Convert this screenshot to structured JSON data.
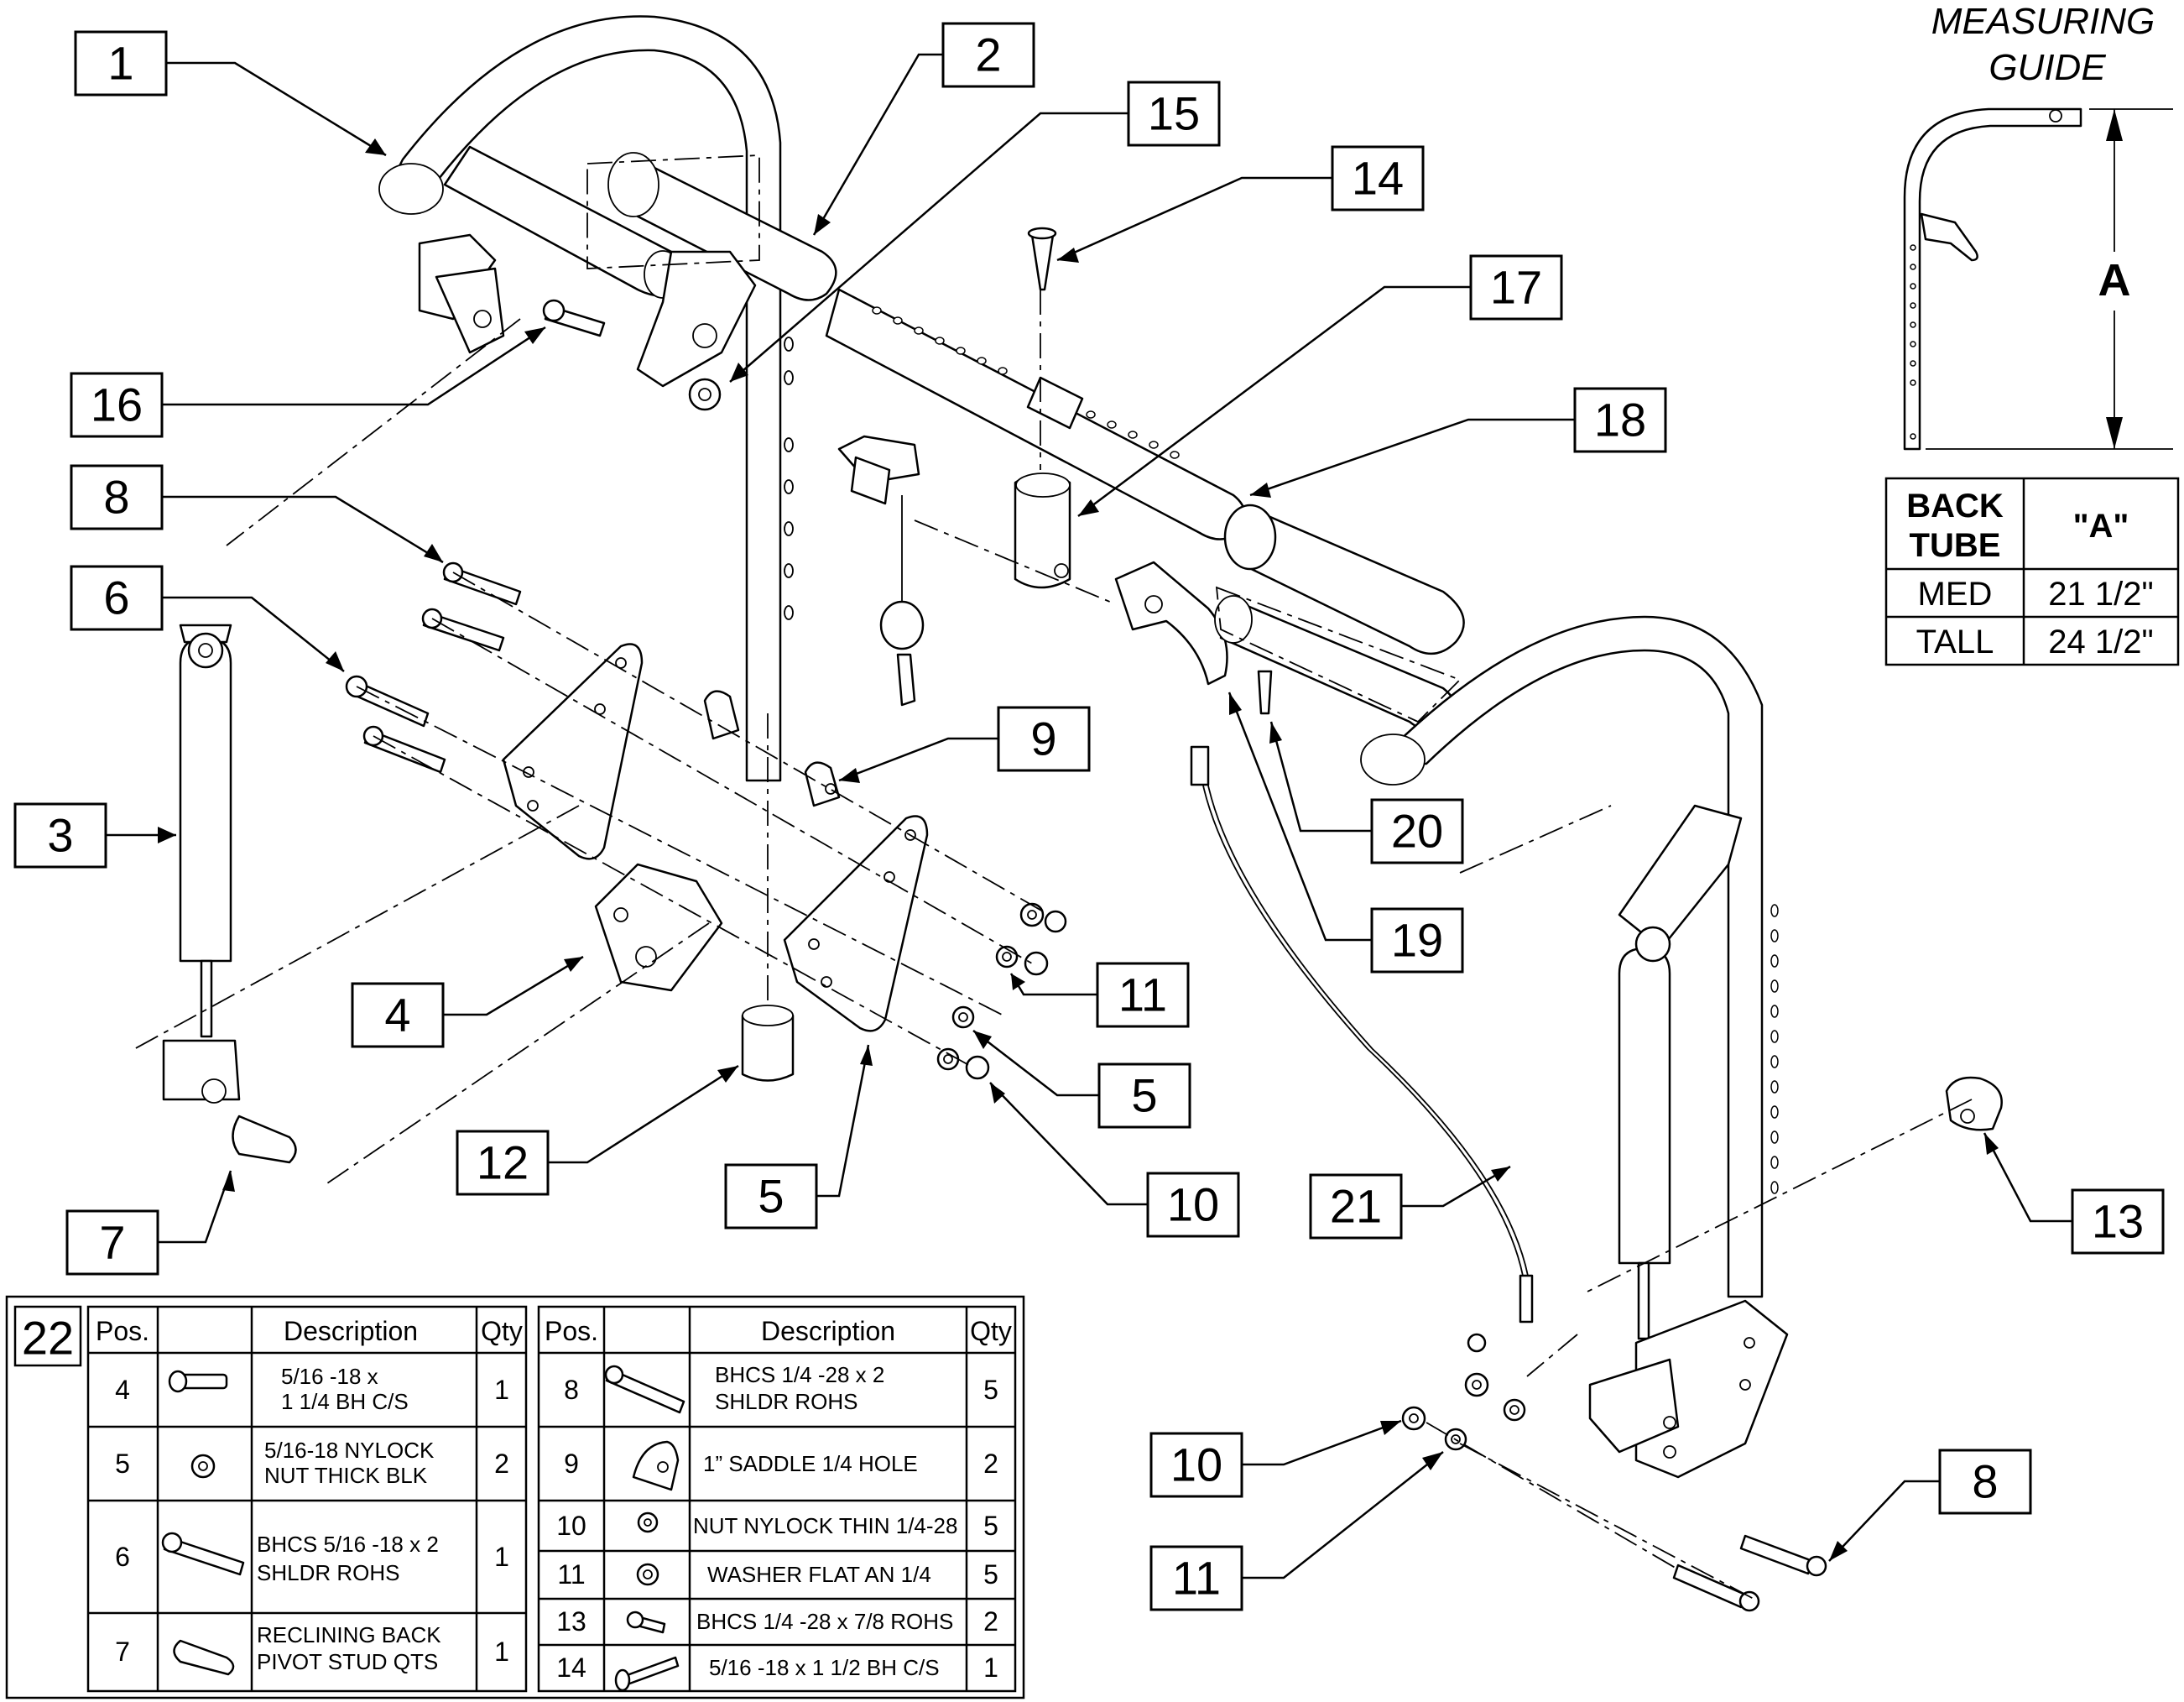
{
  "callouts": [
    "1",
    "2",
    "3",
    "4",
    "5",
    "5",
    "6",
    "7",
    "8",
    "9",
    "10",
    "11",
    "12",
    "13",
    "14",
    "15",
    "16",
    "17",
    "18",
    "19",
    "20",
    "21",
    "10",
    "11",
    "8"
  ],
  "measuring_guide": {
    "title_line1": "MEASURING",
    "title_line2": "GUIDE",
    "dimension_label": "A",
    "table": {
      "header_col1_line1": "BACK",
      "header_col1_line2": "TUBE",
      "header_col2": "\"A\"",
      "rows": [
        {
          "tube": "MED",
          "a": "21 1/2\""
        },
        {
          "tube": "TALL",
          "a": "24 1/2\""
        }
      ]
    }
  },
  "parts_table": {
    "kit_number": "22",
    "headers": {
      "pos": "Pos.",
      "description": "Description",
      "qty": "Qty"
    },
    "left_rows": [
      {
        "pos": "4",
        "icon": "button-head-screw-icon",
        "desc_line1": "5/16 -18 x",
        "desc_line2": "1 1/4 BH C/S",
        "qty": "1"
      },
      {
        "pos": "5",
        "icon": "nylock-nut-icon",
        "desc_line1": "5/16-18 NYLOCK",
        "desc_line2": "NUT THICK BLK",
        "qty": "2"
      },
      {
        "pos": "6",
        "icon": "shoulder-bolt-icon",
        "desc_line1": "BHCS 5/16 -18 x 2",
        "desc_line2": "SHLDR ROHS",
        "qty": "1"
      },
      {
        "pos": "7",
        "icon": "pivot-stud-icon",
        "desc_line1": "RECLINING BACK",
        "desc_line2": "PIVOT STUD QTS",
        "qty": "1"
      }
    ],
    "right_rows": [
      {
        "pos": "8",
        "icon": "shoulder-bolt-icon",
        "desc_line1": "BHCS 1/4 -28 x 2",
        "desc_line2": "SHLDR ROHS",
        "qty": "5"
      },
      {
        "pos": "9",
        "icon": "saddle-icon",
        "desc_line1": "1” SADDLE 1/4 HOLE",
        "desc_line2": "",
        "qty": "2"
      },
      {
        "pos": "10",
        "icon": "nylock-nut-icon",
        "desc_line1": "NUT NYLOCK THIN 1/4-28",
        "desc_line2": "",
        "qty": "5"
      },
      {
        "pos": "11",
        "icon": "flat-washer-icon",
        "desc_line1": "WASHER FLAT AN 1/4",
        "desc_line2": "",
        "qty": "5"
      },
      {
        "pos": "13",
        "icon": "button-head-screw-icon",
        "desc_line1": "BHCS 1/4 -28 x 7/8 ROHS",
        "desc_line2": "",
        "qty": "2"
      },
      {
        "pos": "14",
        "icon": "button-head-screw-icon",
        "desc_line1": "5/16 -18 x 1 1/2 BH C/S",
        "desc_line2": "",
        "qty": "1"
      }
    ]
  }
}
